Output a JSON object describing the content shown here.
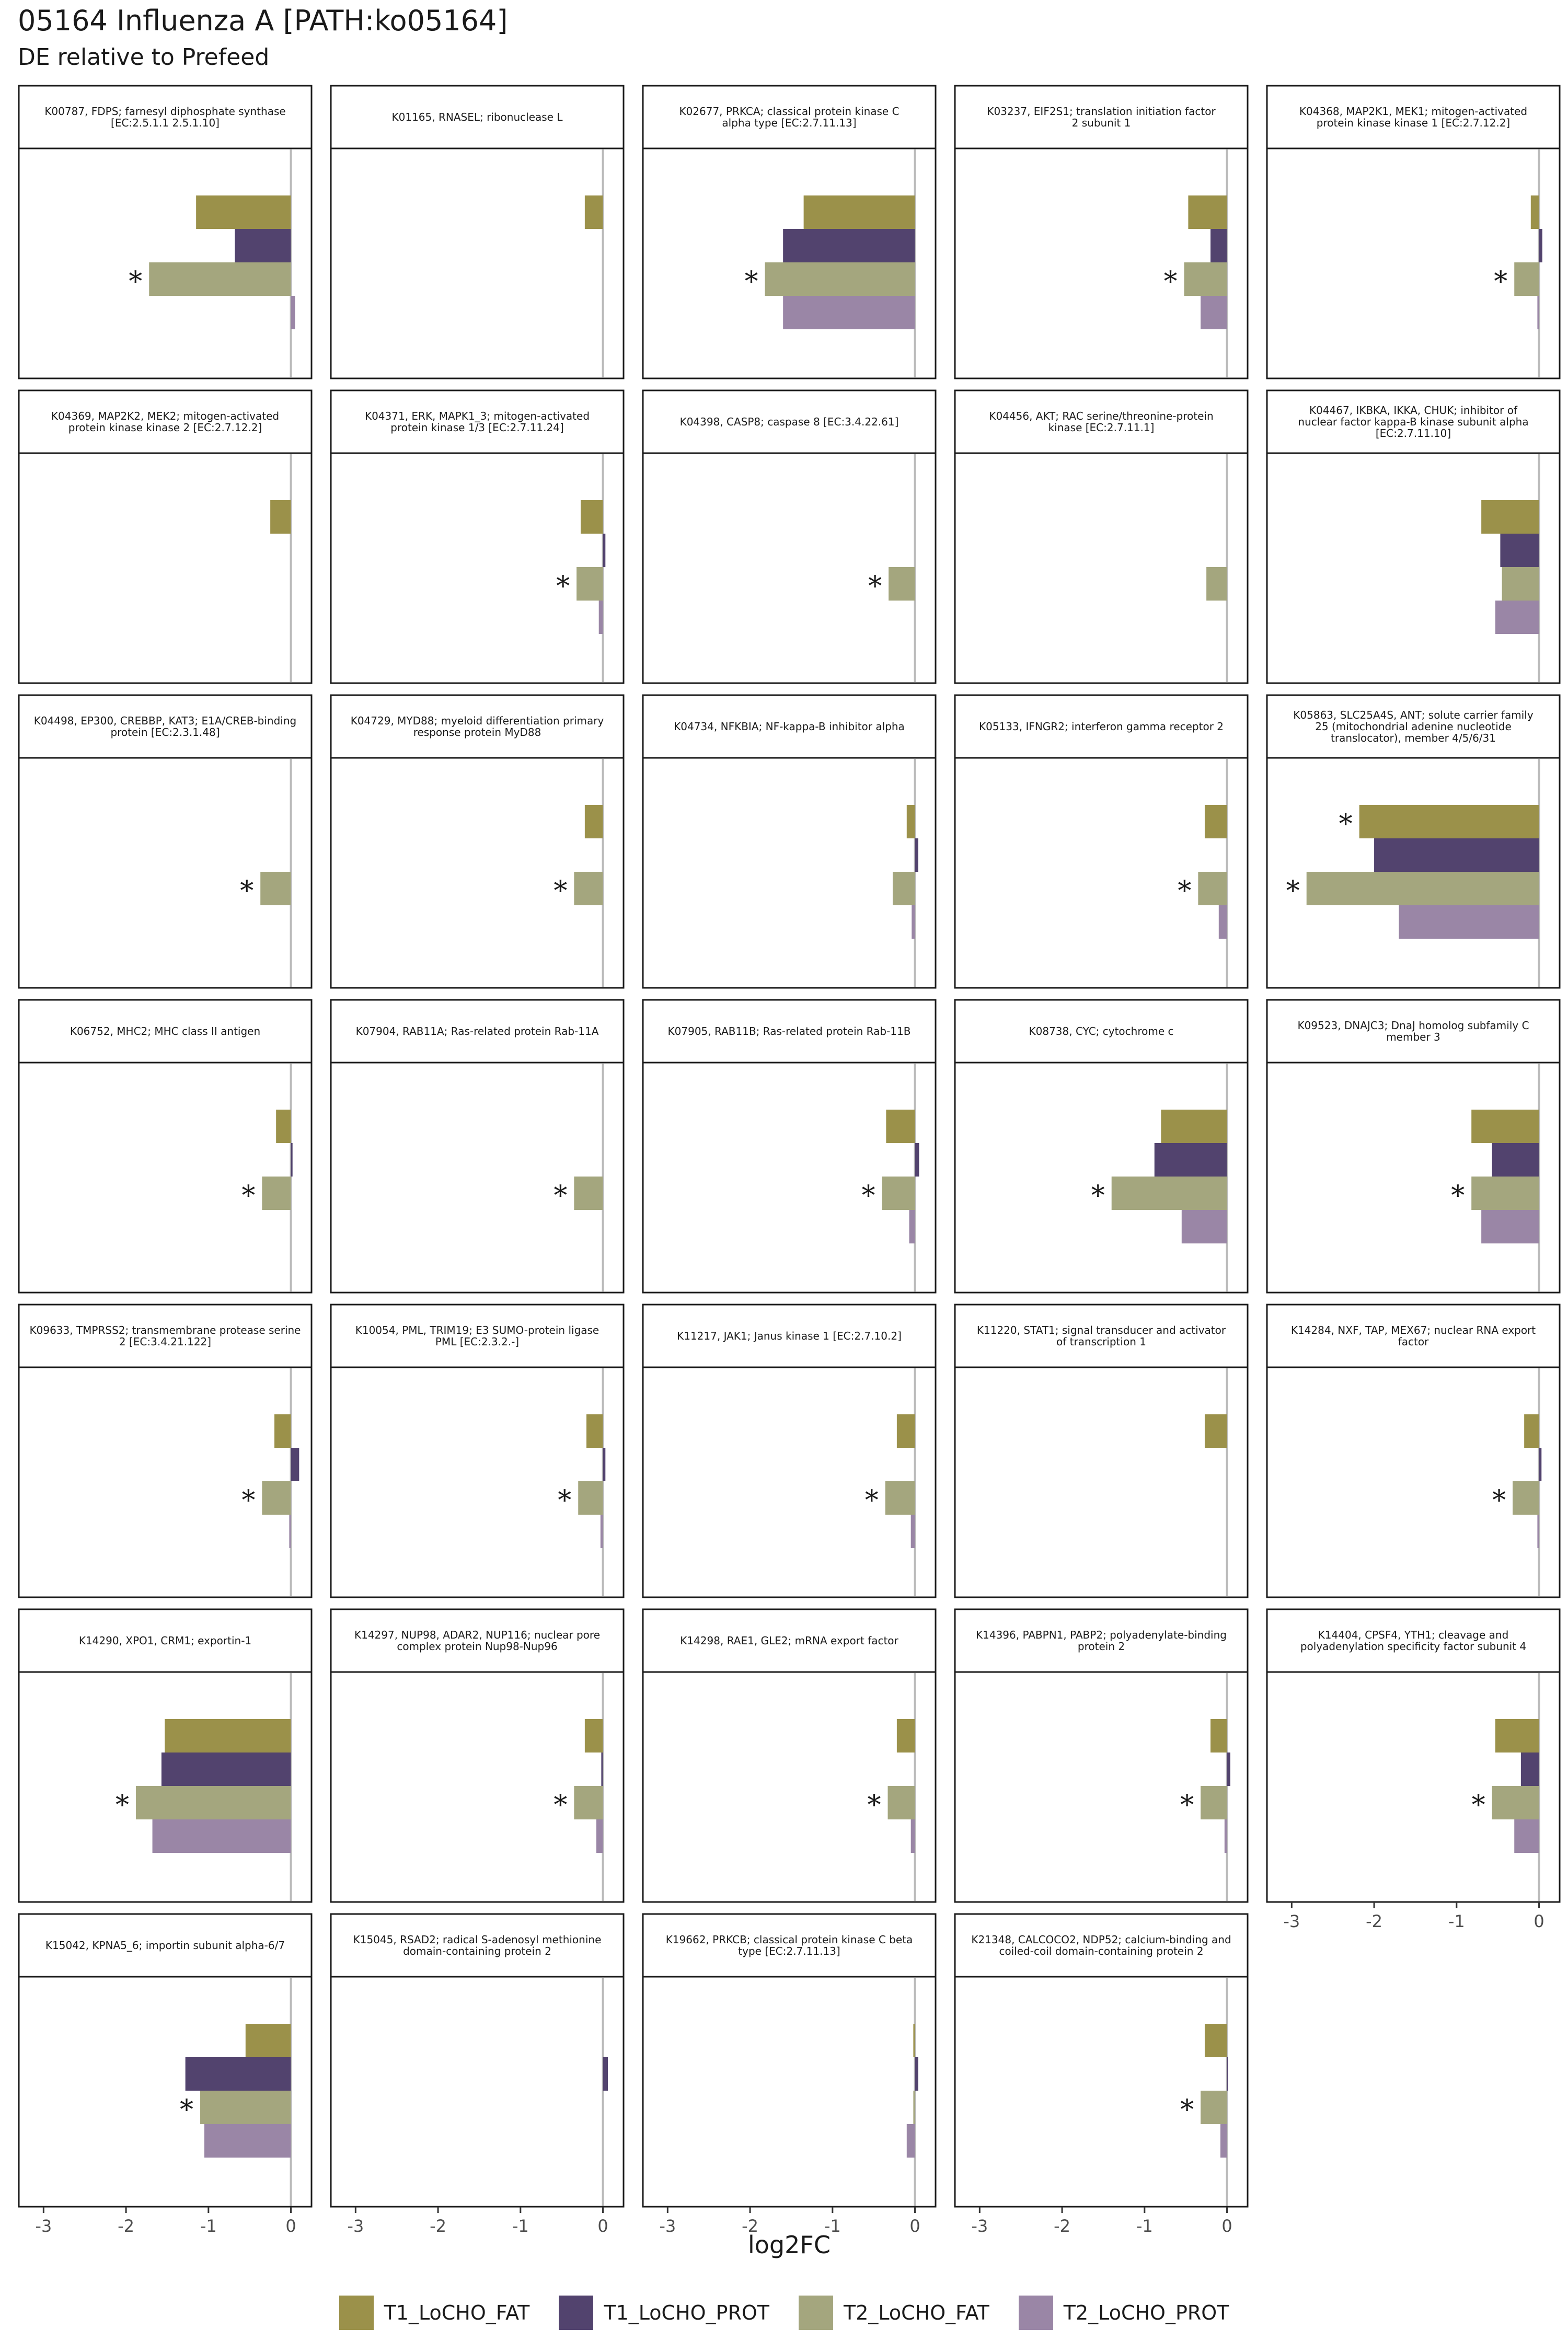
{
  "title": "05164 Influenza A [PATH:ko05164]",
  "subtitle": "DE relative to Prefeed",
  "chart_data": {
    "type": "bar",
    "orientation": "horizontal",
    "facet_columns": 5,
    "xlabel": "log2FC",
    "xlim": [
      -3.3,
      0.25
    ],
    "xticks": [
      -3,
      -2,
      -1,
      0
    ],
    "grid": false,
    "legend_position": "bottom",
    "series": [
      {
        "name": "T1_LoCHO_FAT",
        "color": "#9b914a"
      },
      {
        "name": "T1_LoCHO_PROT",
        "color": "#52436e"
      },
      {
        "name": "T2_LoCHO_FAT",
        "color": "#a4a67e"
      },
      {
        "name": "T2_LoCHO_PROT",
        "color": "#9a86a6"
      }
    ],
    "significance_marker": "*",
    "panels": [
      {
        "label": "K00787, FDPS; farnesyl diphosphate synthase [EC:2.5.1.1 2.5.1.10]",
        "values": [
          -1.15,
          -0.68,
          -1.72,
          0.05
        ],
        "sig": [
          false,
          false,
          true,
          false
        ]
      },
      {
        "label": "K01165, RNASEL; ribonuclease L",
        "values": [
          -0.22,
          null,
          null,
          null
        ],
        "sig": [
          false,
          false,
          false,
          false
        ]
      },
      {
        "label": "K02677, PRKCA; classical protein kinase C alpha type [EC:2.7.11.13]",
        "values": [
          -1.35,
          -1.6,
          -1.82,
          -1.6
        ],
        "sig": [
          false,
          false,
          true,
          false
        ]
      },
      {
        "label": "K03237, EIF2S1; translation initiation factor 2 subunit 1",
        "values": [
          -0.47,
          -0.2,
          -0.52,
          -0.32
        ],
        "sig": [
          false,
          false,
          true,
          false
        ]
      },
      {
        "label": "K04368, MAP2K1, MEK1; mitogen-activated protein kinase kinase 1 [EC:2.7.12.2]",
        "values": [
          -0.1,
          0.04,
          -0.3,
          -0.02
        ],
        "sig": [
          false,
          false,
          true,
          false
        ]
      },
      {
        "label": "K04369, MAP2K2, MEK2; mitogen-activated protein kinase kinase 2 [EC:2.7.12.2]",
        "values": [
          -0.25,
          null,
          null,
          null
        ],
        "sig": [
          false,
          false,
          false,
          false
        ]
      },
      {
        "label": "K04371, ERK, MAPK1_3; mitogen-activated protein kinase 1/3 [EC:2.7.11.24]",
        "values": [
          -0.27,
          0.03,
          -0.32,
          -0.05
        ],
        "sig": [
          false,
          false,
          true,
          false
        ]
      },
      {
        "label": "K04398, CASP8; caspase 8 [EC:3.4.22.61]",
        "values": [
          null,
          null,
          -0.32,
          null
        ],
        "sig": [
          false,
          false,
          true,
          false
        ]
      },
      {
        "label": "K04456, AKT; RAC serine/threonine-protein kinase [EC:2.7.11.1]",
        "values": [
          null,
          null,
          -0.25,
          null
        ],
        "sig": [
          false,
          false,
          false,
          false
        ]
      },
      {
        "label": "K04467, IKBKA, IKKA, CHUK; inhibitor of nuclear factor kappa-B kinase subunit alpha [EC:2.7.11.10]",
        "values": [
          -0.7,
          -0.47,
          -0.45,
          -0.53
        ],
        "sig": [
          false,
          false,
          false,
          false
        ]
      },
      {
        "label": "K04498, EP300, CREBBP, KAT3; E1A/CREB-binding protein [EC:2.3.1.48]",
        "values": [
          null,
          null,
          -0.37,
          null
        ],
        "sig": [
          false,
          false,
          true,
          false
        ]
      },
      {
        "label": "K04729, MYD88; myeloid differentiation primary response protein MyD88",
        "values": [
          -0.22,
          null,
          -0.35,
          null
        ],
        "sig": [
          false,
          false,
          true,
          false
        ]
      },
      {
        "label": "K04734, NFKBIA; NF-kappa-B inhibitor alpha",
        "values": [
          -0.1,
          0.04,
          -0.27,
          -0.04
        ],
        "sig": [
          false,
          false,
          false,
          false
        ]
      },
      {
        "label": "K05133, IFNGR2; interferon gamma receptor 2",
        "values": [
          -0.27,
          null,
          -0.35,
          -0.1
        ],
        "sig": [
          false,
          false,
          true,
          false
        ]
      },
      {
        "label": "K05863, SLC25A4S, ANT; solute carrier family 25 (mitochondrial adenine nucleotide translocator), member 4/5/6/31",
        "values": [
          -2.18,
          -2.0,
          -2.82,
          -1.7
        ],
        "sig": [
          true,
          false,
          true,
          false
        ]
      },
      {
        "label": "K06752, MHC2; MHC class II antigen",
        "values": [
          -0.18,
          0.02,
          -0.35,
          null
        ],
        "sig": [
          false,
          false,
          true,
          false
        ]
      },
      {
        "label": "K07904, RAB11A; Ras-related protein Rab-11A",
        "values": [
          null,
          null,
          -0.35,
          null
        ],
        "sig": [
          false,
          false,
          true,
          false
        ]
      },
      {
        "label": "K07905, RAB11B; Ras-related protein Rab-11B",
        "values": [
          -0.35,
          0.05,
          -0.4,
          -0.07
        ],
        "sig": [
          false,
          false,
          true,
          false
        ]
      },
      {
        "label": "K08738, CYC; cytochrome c",
        "values": [
          -0.8,
          -0.88,
          -1.4,
          -0.55
        ],
        "sig": [
          false,
          false,
          true,
          false
        ]
      },
      {
        "label": "K09523, DNAJC3; DnaJ homolog subfamily C member 3",
        "values": [
          -0.82,
          -0.57,
          -0.82,
          -0.7
        ],
        "sig": [
          false,
          false,
          true,
          false
        ]
      },
      {
        "label": "K09633, TMPRSS2; transmembrane protease serine 2 [EC:3.4.21.122]",
        "values": [
          -0.2,
          0.1,
          -0.35,
          -0.02
        ],
        "sig": [
          false,
          false,
          true,
          false
        ]
      },
      {
        "label": "K10054, PML, TRIM19; E3 SUMO-protein ligase PML [EC:2.3.2.-]",
        "values": [
          -0.2,
          0.03,
          -0.3,
          -0.03
        ],
        "sig": [
          false,
          false,
          true,
          false
        ]
      },
      {
        "label": "K11217, JAK1; Janus kinase 1 [EC:2.7.10.2]",
        "values": [
          -0.22,
          null,
          -0.36,
          -0.05
        ],
        "sig": [
          false,
          false,
          true,
          false
        ]
      },
      {
        "label": "K11220, STAT1; signal transducer and activator of transcription 1",
        "values": [
          -0.27,
          null,
          null,
          null
        ],
        "sig": [
          false,
          false,
          false,
          false
        ]
      },
      {
        "label": "K14284, NXF, TAP, MEX67; nuclear RNA export factor",
        "values": [
          -0.18,
          0.03,
          -0.32,
          -0.02
        ],
        "sig": [
          false,
          false,
          true,
          false
        ]
      },
      {
        "label": "K14290, XPO1, CRM1; exportin-1",
        "values": [
          -1.53,
          -1.57,
          -1.88,
          -1.68
        ],
        "sig": [
          false,
          false,
          true,
          false
        ]
      },
      {
        "label": "K14297, NUP98, ADAR2, NUP116; nuclear pore complex protein Nup98-Nup96",
        "values": [
          -0.22,
          -0.02,
          -0.35,
          -0.08
        ],
        "sig": [
          false,
          false,
          true,
          false
        ]
      },
      {
        "label": "K14298, RAE1, GLE2; mRNA export factor",
        "values": [
          -0.22,
          null,
          -0.33,
          -0.05
        ],
        "sig": [
          false,
          false,
          true,
          false
        ]
      },
      {
        "label": "K14396, PABPN1, PABP2; polyadenylate-binding protein 2",
        "values": [
          -0.2,
          0.04,
          -0.32,
          -0.03
        ],
        "sig": [
          false,
          false,
          true,
          false
        ]
      },
      {
        "label": "K14404, CPSF4, YTH1; cleavage and polyadenylation specificity factor subunit 4",
        "values": [
          -0.53,
          -0.22,
          -0.57,
          -0.3
        ],
        "sig": [
          false,
          false,
          true,
          false
        ]
      },
      {
        "label": "K15042, KPNA5_6; importin subunit alpha-6/7",
        "values": [
          -0.55,
          -1.28,
          -1.1,
          -1.05
        ],
        "sig": [
          false,
          false,
          true,
          false
        ]
      },
      {
        "label": "K15045, RSAD2; radical S-adenosyl methionine domain-containing protein 2",
        "values": [
          null,
          0.06,
          null,
          null
        ],
        "sig": [
          false,
          false,
          false,
          false
        ]
      },
      {
        "label": "K19662, PRKCB; classical protein kinase C beta type [EC:2.7.11.13]",
        "values": [
          -0.02,
          0.04,
          -0.02,
          -0.1
        ],
        "sig": [
          false,
          false,
          false,
          false
        ]
      },
      {
        "label": "K21348, CALCOCO2, NDP52; calcium-binding and coiled-coil domain-containing protein 2",
        "values": [
          -0.27,
          0.01,
          -0.32,
          -0.08
        ],
        "sig": [
          false,
          false,
          true,
          false
        ]
      }
    ]
  }
}
